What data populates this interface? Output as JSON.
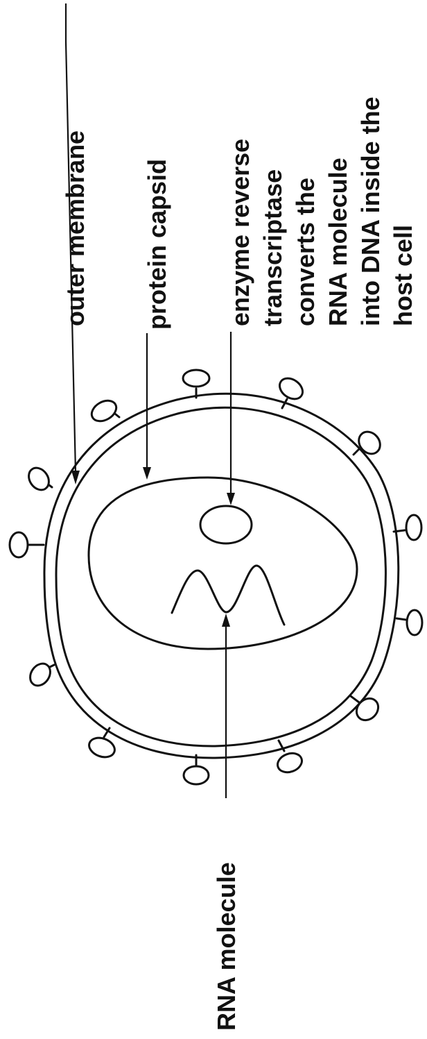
{
  "labels": {
    "outer_membrane": "outer membrane",
    "protein_capsid": "protein capsid",
    "enzyme_lines": [
      "enzyme reverse",
      "transcriptase",
      "converts the",
      "RNA molecule",
      "into DNA inside the",
      "host cell"
    ],
    "rna_molecule": "RNA molecule"
  },
  "colors": {
    "ink": "#111111",
    "background": "#ffffff"
  }
}
